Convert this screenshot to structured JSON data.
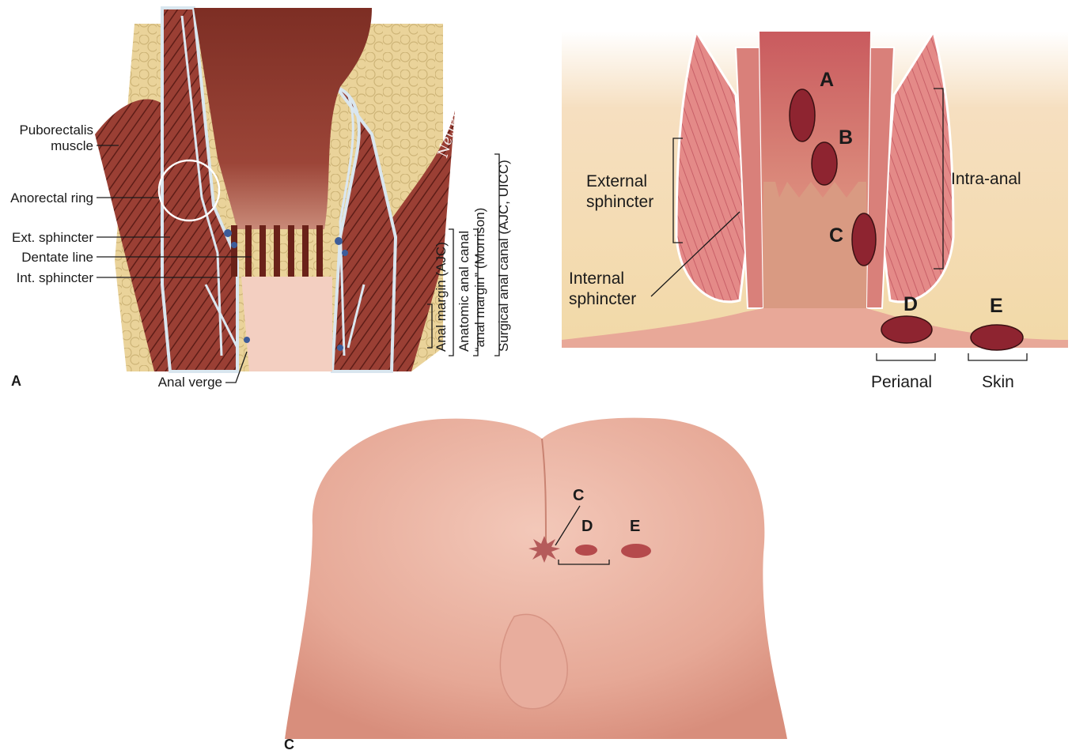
{
  "panel_a": {
    "panel_label": "A",
    "labels": {
      "puborectalis_1": "Puborectalis",
      "puborectalis_2": "muscle",
      "anorectal_ring": "Anorectal ring",
      "ext_sphincter": "Ext. sphincter",
      "dentate_line": "Dentate line",
      "int_sphincter": "Int. sphincter",
      "anal_verge": "Anal verge"
    },
    "vertical_labels": {
      "anal_margin": "Anal margin (AJC)",
      "anatomic_canal_1": "Anatomic anal canal",
      "anatomic_canal_2": "“anal margin” (Morrison)",
      "surgical_canal": "Surgical anal canal (AJC, UICC)"
    },
    "signature": "Netter after F. Craig"
  },
  "panel_b": {
    "labels": {
      "external_1": "External",
      "external_2": "sphincter",
      "internal_1": "Internal",
      "internal_2": "sphincter",
      "intra_anal": "Intra-anal",
      "perianal": "Perianal",
      "skin": "Skin"
    },
    "markers": {
      "a": "A",
      "b": "B",
      "c": "C",
      "d": "D",
      "e": "E"
    }
  },
  "panel_c": {
    "panel_label": "C",
    "markers": {
      "c": "C",
      "d": "D",
      "e": "E"
    }
  },
  "colors": {
    "muscle": "#a0443a",
    "muscle_dark": "#6e2620",
    "fat": "#e8cf8e",
    "fascia": "#c9d8e4",
    "mucosa": "#e7a9a0",
    "skin": "#eab1a1",
    "lesion": "#8e2430",
    "lesion_light": "#b54a4c"
  }
}
